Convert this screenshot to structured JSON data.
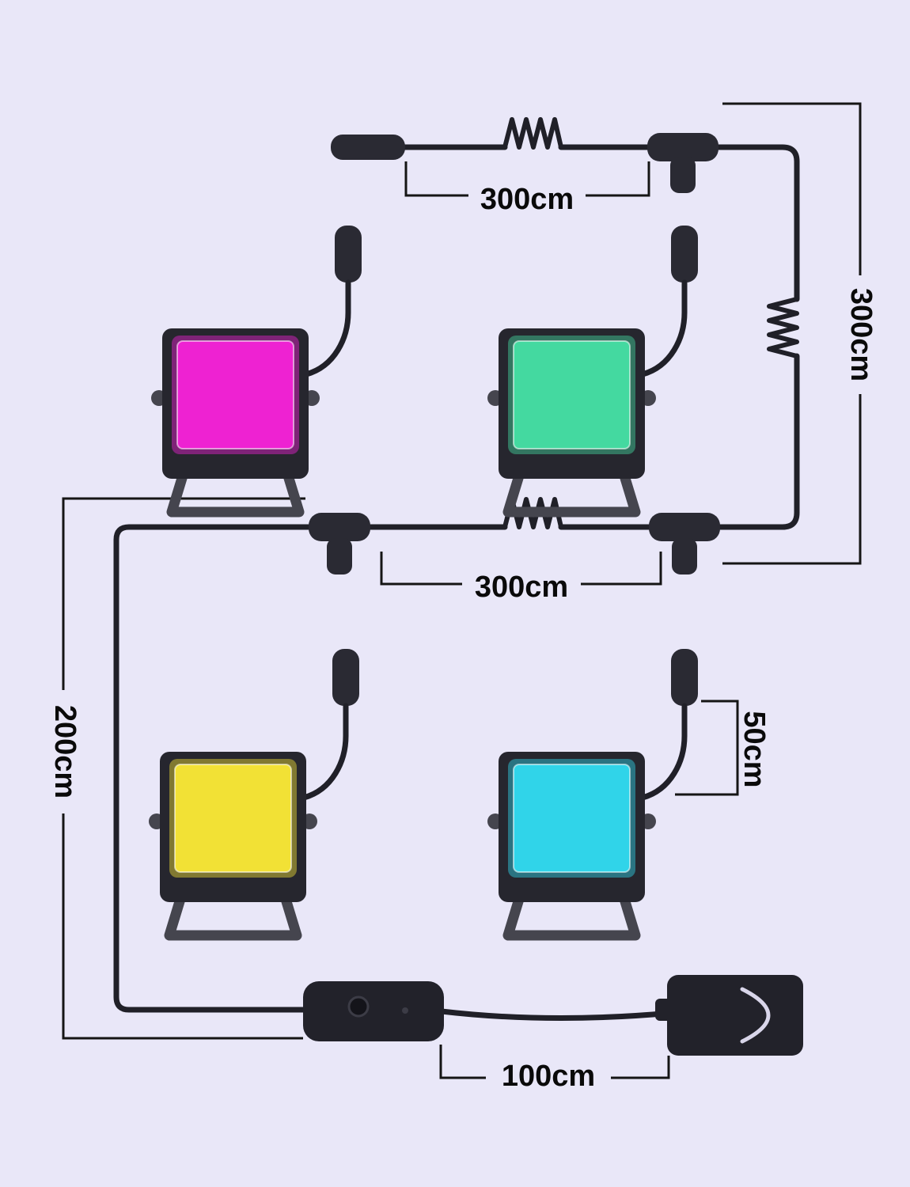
{
  "colors": {
    "background": "#e9e7f8",
    "cable": "#202028",
    "connector": "#2a2a33",
    "device": "#22222a",
    "light_body": "#26262e",
    "bracket": "#45454e",
    "dimension_line": "#151515",
    "label_text": "#0a0a0a",
    "screen_magenta": "#ee22d2",
    "screen_green": "#44d9a0",
    "screen_yellow": "#f2e135",
    "screen_cyan": "#30d4e9",
    "adapter_highlight": "#d9d6ea"
  },
  "dimensions": {
    "top_cable": "300cm",
    "right_cable": "300cm",
    "middle_cable": "300cm",
    "left_cable": "200cm",
    "light_connector": "50cm",
    "power_cable": "100cm"
  },
  "lights": [
    {
      "name": "magenta flood light"
    },
    {
      "name": "green flood light"
    },
    {
      "name": "yellow flood light"
    },
    {
      "name": "cyan flood light"
    }
  ]
}
